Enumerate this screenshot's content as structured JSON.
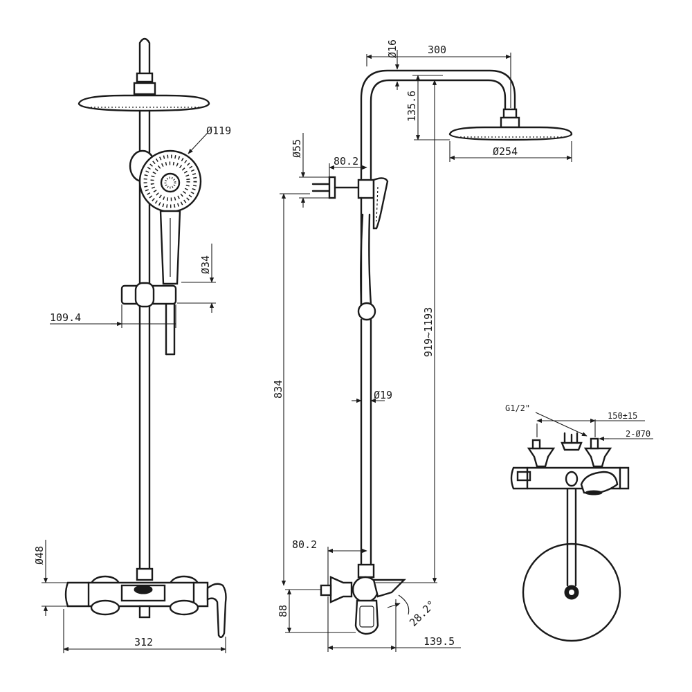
{
  "dimensions": {
    "front_head_dia": "Ø119",
    "front_handle_dia": "Ø34",
    "front_holder_width": "109.4",
    "front_valve_dia": "Ø48",
    "front_valve_width": "312",
    "side_pipe_dia": "Ø16",
    "side_arm_length": "300",
    "side_arm_drop": "135.6",
    "side_head_dia": "Ø254",
    "side_bracket_dia": "Ø55",
    "side_bracket_offset": "80.2",
    "side_pipe_height": "834",
    "side_total_height": "919~1193",
    "side_rail_dia": "Ø19",
    "side_valve_offset": "80.2",
    "side_valve_height": "88",
    "side_spout_angle": "28.2°",
    "side_spout_length": "139.5",
    "plan_thread": "G1/2\"",
    "plan_centers": "150±15",
    "plan_escutcheon": "2-Ø70"
  }
}
